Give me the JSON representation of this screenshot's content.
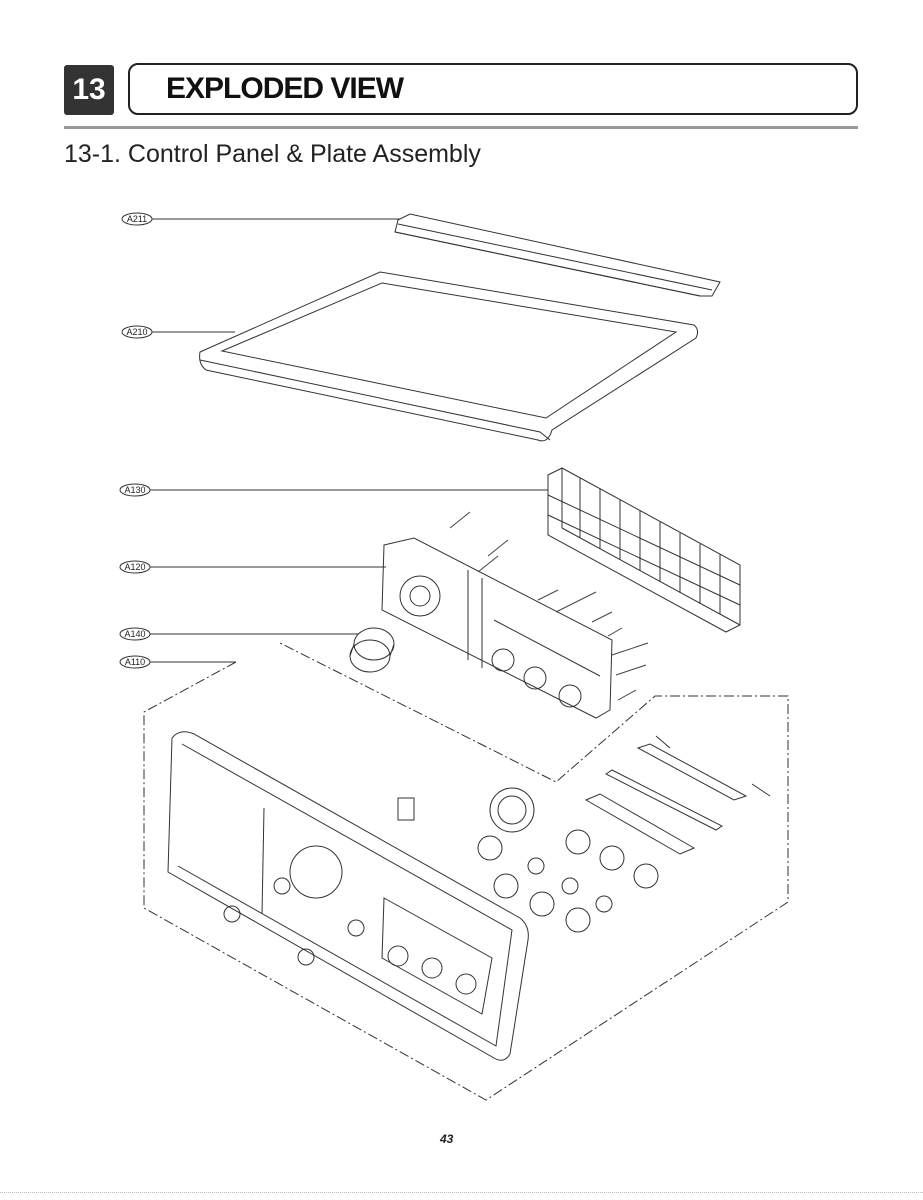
{
  "header": {
    "chapter_number": "13",
    "chapter_title": "EXPLODED VIEW"
  },
  "section_title": "13-1. Control Panel & Plate Assembly",
  "callouts": [
    "A211",
    "A210",
    "A130",
    "A120",
    "A140",
    "A110"
  ],
  "page_number": "43"
}
